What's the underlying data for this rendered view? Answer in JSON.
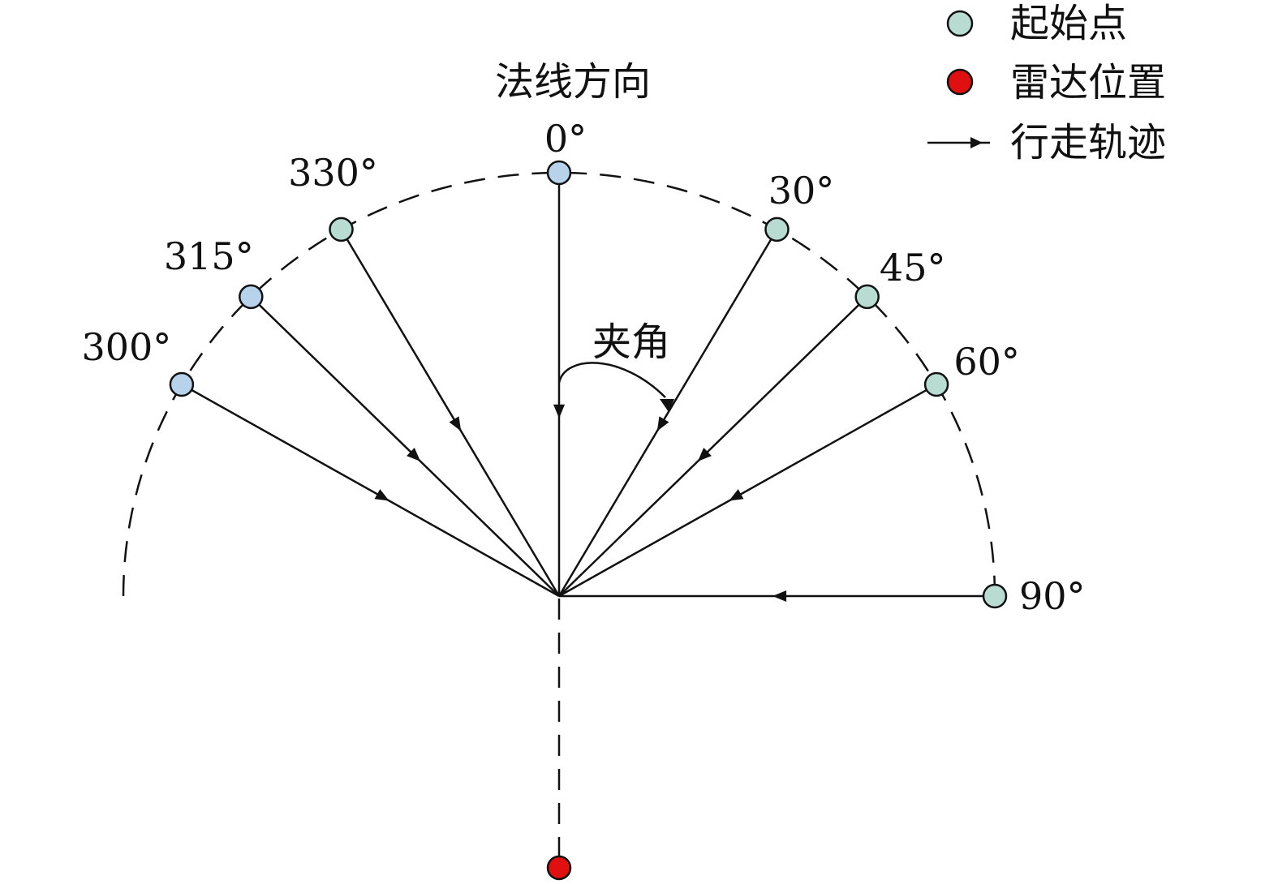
{
  "title": "法线方向",
  "angle_label": "夹角",
  "legend": {
    "start_point": "起始点",
    "radar_position": "雷达位置",
    "walk_path": "行走轨迹"
  },
  "colors": {
    "start_point_fill": "#b8dcd2",
    "start_point_alt_fill": "#b7d3ec",
    "radar_fill": "#e01010",
    "line": "#111111"
  },
  "directions": [
    {
      "angle": 300,
      "label": "300°",
      "style": "alt"
    },
    {
      "angle": 315,
      "label": "315°",
      "style": "alt"
    },
    {
      "angle": 330,
      "label": "330°",
      "style": "main"
    },
    {
      "angle": 0,
      "label": "0°",
      "style": "alt"
    },
    {
      "angle": 30,
      "label": "30°",
      "style": "main"
    },
    {
      "angle": 45,
      "label": "45°",
      "style": "main"
    },
    {
      "angle": 60,
      "label": "60°",
      "style": "main"
    },
    {
      "angle": 90,
      "label": "90°",
      "style": "main"
    }
  ]
}
